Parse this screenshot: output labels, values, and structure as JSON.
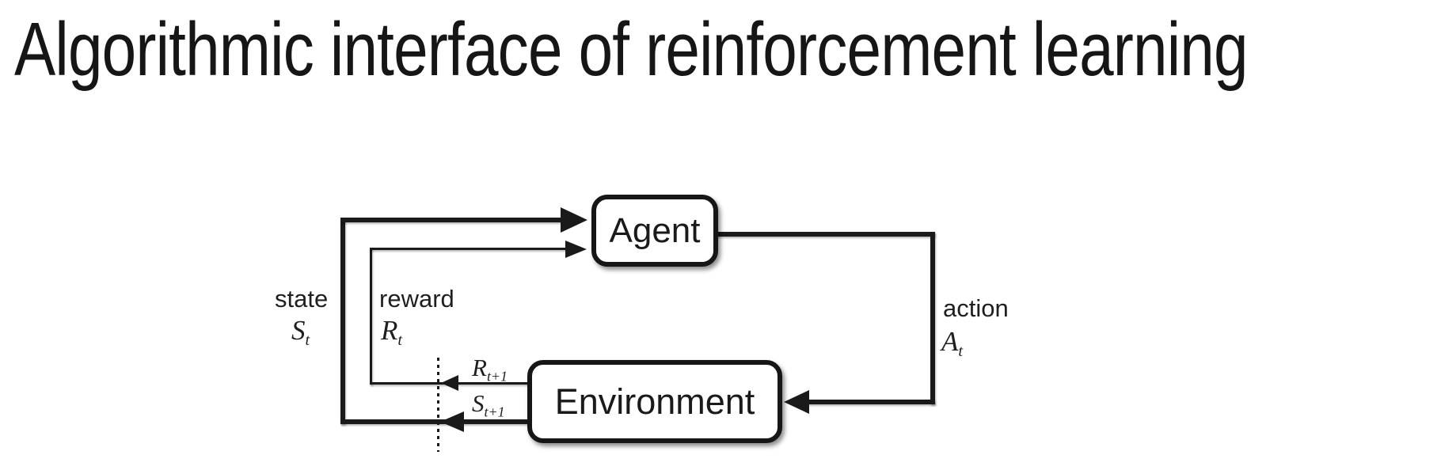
{
  "title": "Algorithmic interface of reinforcement learning",
  "diagram": {
    "boxes": {
      "agent": "Agent",
      "environment": "Environment"
    },
    "labels": {
      "state_word": "state",
      "reward_word": "reward",
      "action_word": "action"
    },
    "symbols": {
      "state": {
        "base": "S",
        "sub": "t"
      },
      "reward": {
        "base": "R",
        "sub": "t"
      },
      "action": {
        "base": "A",
        "sub": "t"
      },
      "next_reward": {
        "base": "R",
        "sub": "t+1"
      },
      "next_state": {
        "base": "S",
        "sub": "t+1"
      }
    },
    "colors": {
      "ink": "#1a1a1a",
      "background": "#ffffff"
    }
  }
}
